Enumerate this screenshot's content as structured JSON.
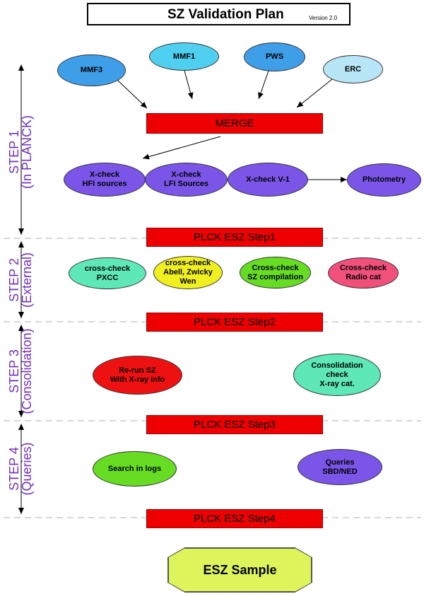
{
  "title": "SZ Validation Plan",
  "version": "Version 2.0",
  "sources": [
    {
      "id": "mmf3",
      "label": "MMF3",
      "color": "#3f9ee8"
    },
    {
      "id": "mmf1",
      "label": "MMF1",
      "color": "#4fd0f0"
    },
    {
      "id": "pws",
      "label": "PWS",
      "color": "#3f9ee8"
    },
    {
      "id": "erc",
      "label": "ERC",
      "color": "#b8e6f6"
    }
  ],
  "merge_label": "MERGE",
  "step1_nodes": [
    {
      "id": "hfi",
      "label": "X-check\nHFI sources",
      "color": "#7b55e8"
    },
    {
      "id": "lfi",
      "label": "X-check\nLFI Sources",
      "color": "#7b55e8"
    },
    {
      "id": "v1",
      "label": "X-check V-1",
      "color": "#7b55e8"
    },
    {
      "id": "photometry",
      "label": "Photometry",
      "color": "#7b55e8"
    }
  ],
  "bars": {
    "step1": "PLCK ESZ Step1",
    "step2": "PLCK ESZ Step2",
    "step3": "PLCK ESZ Step3",
    "step4": "PLCK ESZ Step4"
  },
  "step2_nodes": [
    {
      "id": "pxcc",
      "label": "cross-check\nPXCC",
      "color": "#5ee8b8"
    },
    {
      "id": "abell",
      "label": "cross-check\nAbell, Zwicky\nWen",
      "color": "#f0f020"
    },
    {
      "id": "szcomp",
      "label": "Cross-check\nSZ compilation",
      "color": "#66dd22"
    },
    {
      "id": "radio",
      "label": "Cross-check\nRadio cat",
      "color": "#f0507a"
    }
  ],
  "step3_nodes": [
    {
      "id": "rerun",
      "label": "Re-run SZ\nWith X-ray info",
      "color": "#ee1111"
    },
    {
      "id": "consol",
      "label": "Consolidation\ncheck\nX-ray cat.",
      "color": "#5ee8b8"
    }
  ],
  "step4_nodes": [
    {
      "id": "logs",
      "label": "Search in logs",
      "color": "#66dd22"
    },
    {
      "id": "queries",
      "label": "Queries\nSBD/NED",
      "color": "#7b55e8"
    }
  ],
  "steps": [
    {
      "id": "step1",
      "label": "STEP 1\n(In PLANCK)"
    },
    {
      "id": "step2",
      "label": "STEP 2\n(External)"
    },
    {
      "id": "step3",
      "label": "STEP 3\n(Consolidation)"
    },
    {
      "id": "step4",
      "label": "STEP 4\n(Queries)"
    }
  ],
  "sample_label": "ESZ Sample",
  "colors": {
    "bar": "#ee0000",
    "step_text": "#7030c0",
    "sample": "#ddf55a"
  }
}
